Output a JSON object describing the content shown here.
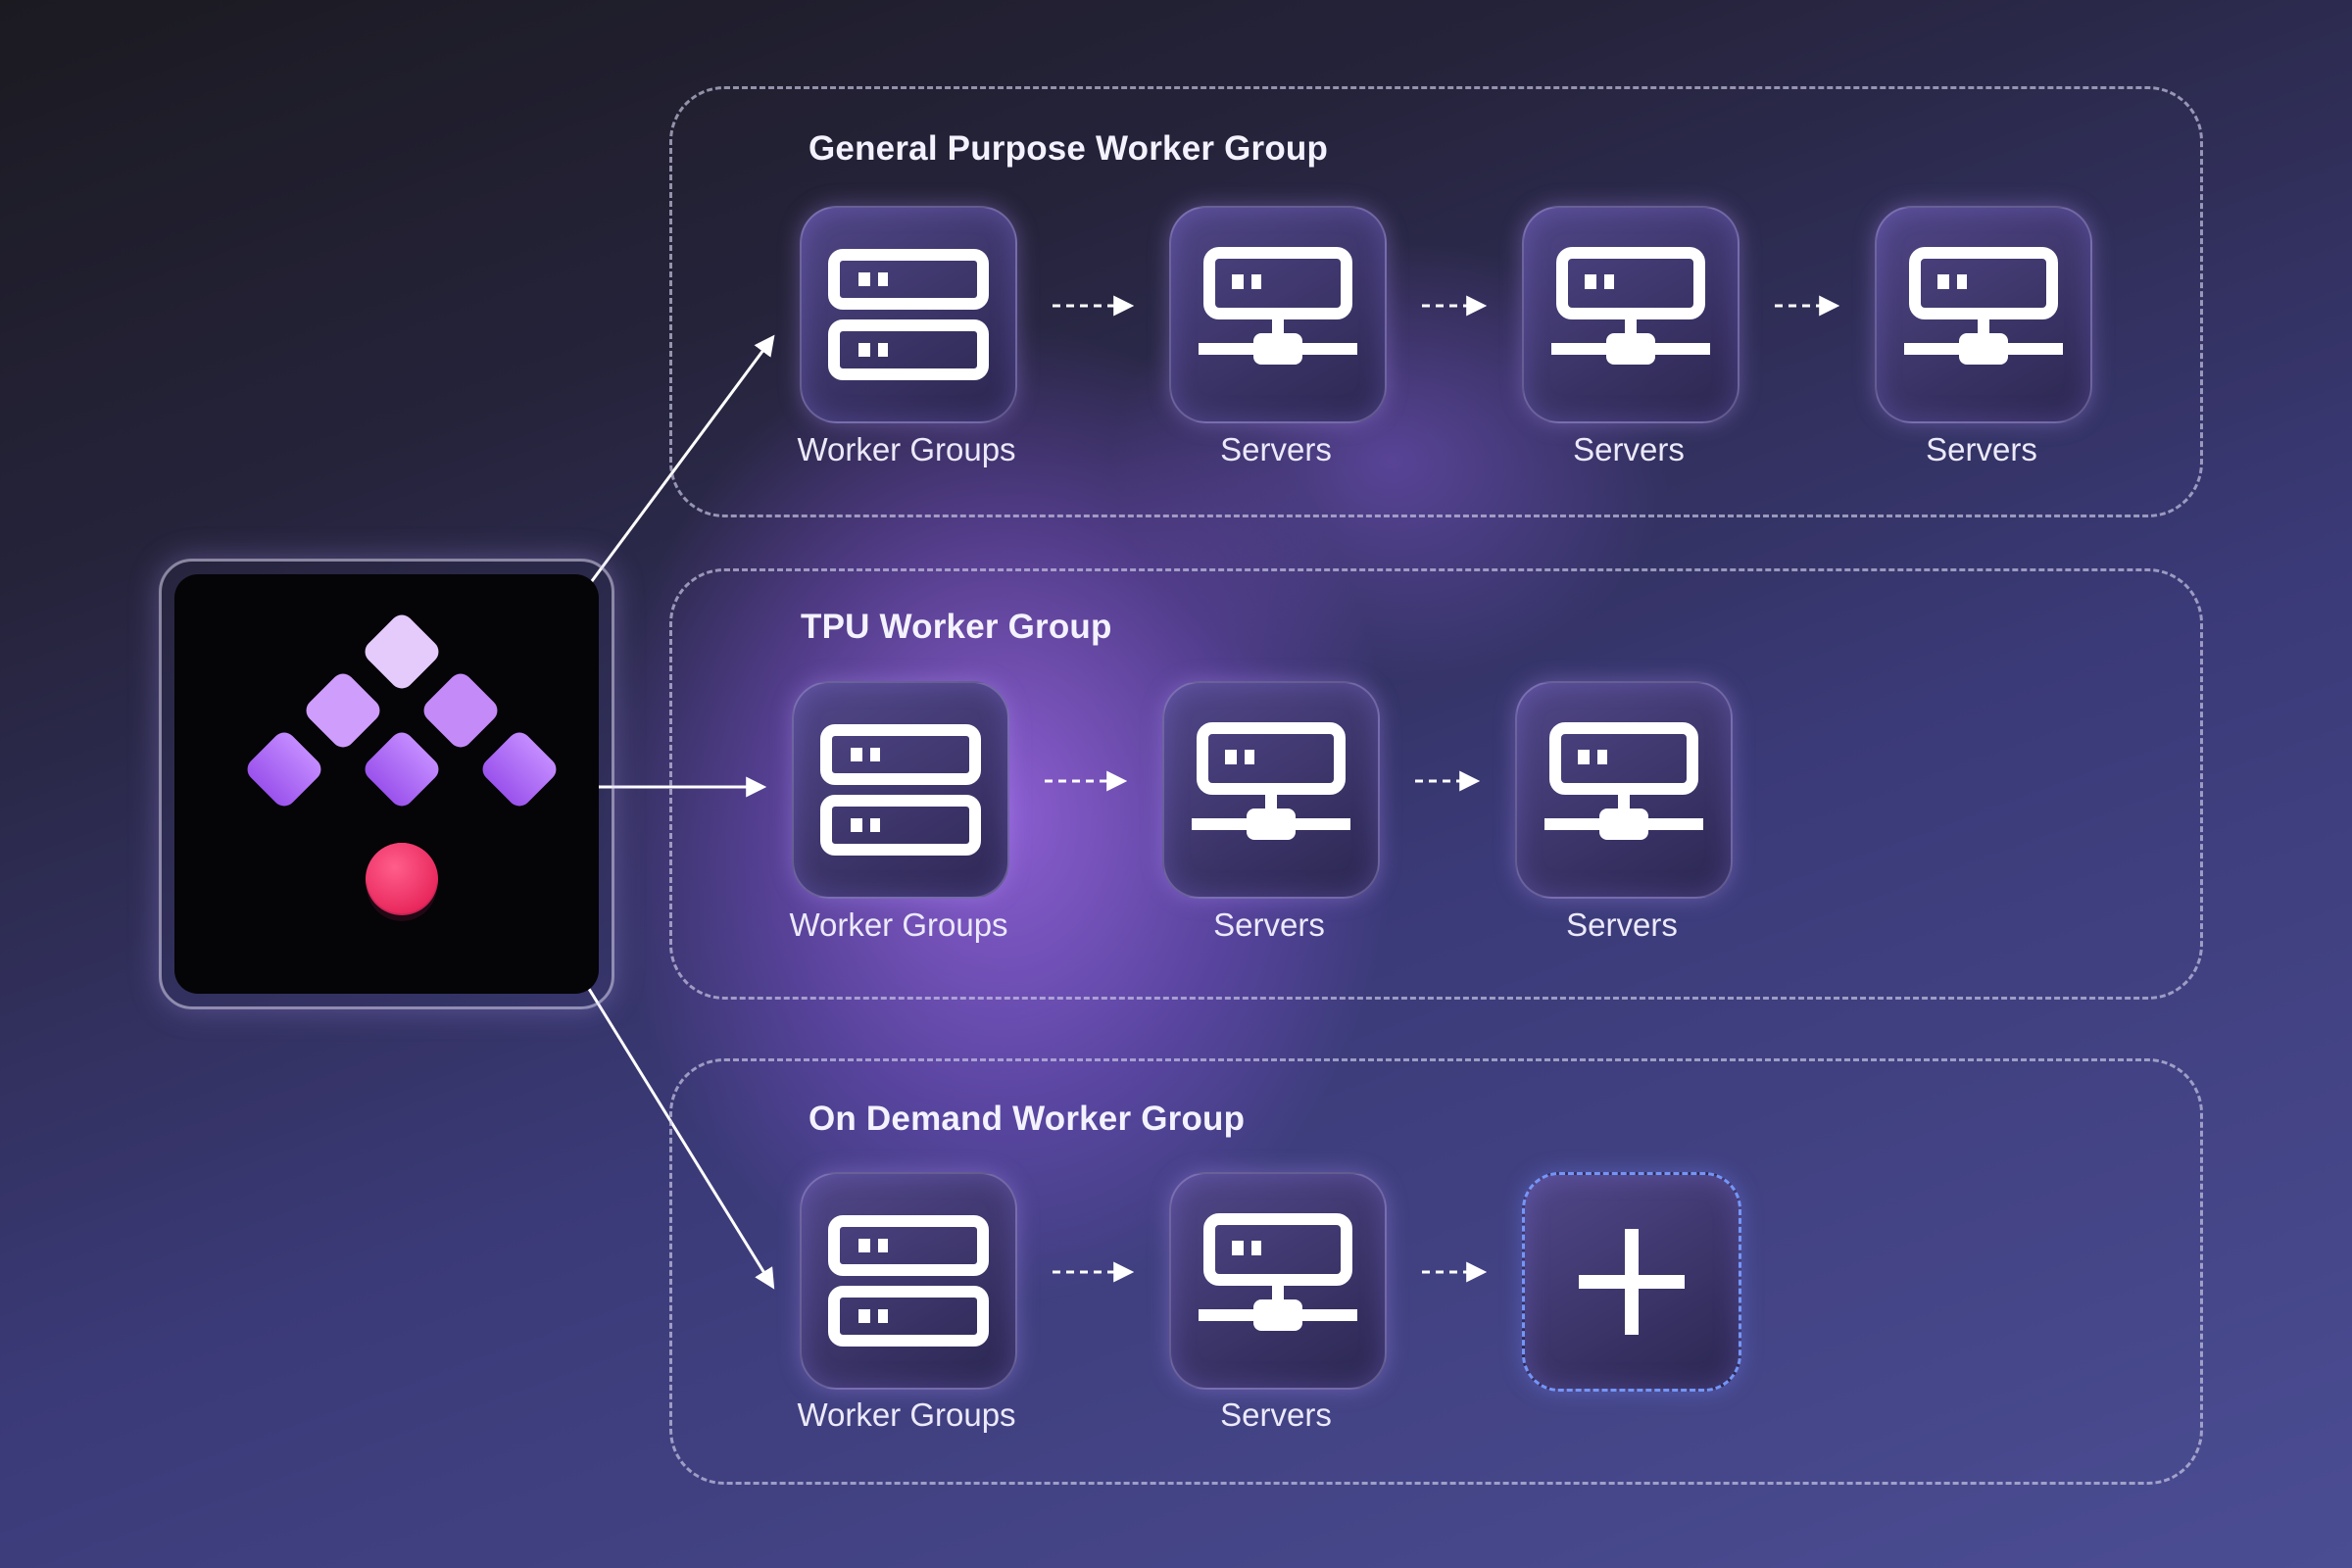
{
  "groups": [
    {
      "title": "General Purpose Worker Group",
      "nodes": [
        {
          "type": "worker-groups",
          "label": "Worker Groups",
          "icon": "server-rack-icon"
        },
        {
          "type": "server",
          "label": "Servers",
          "icon": "network-server-icon"
        },
        {
          "type": "server",
          "label": "Servers",
          "icon": "network-server-icon"
        },
        {
          "type": "server",
          "label": "Servers",
          "icon": "network-server-icon"
        }
      ]
    },
    {
      "title": "TPU Worker Group",
      "nodes": [
        {
          "type": "worker-groups",
          "label": "Worker Groups",
          "icon": "server-rack-icon"
        },
        {
          "type": "server",
          "label": "Servers",
          "icon": "network-server-icon"
        },
        {
          "type": "server",
          "label": "Servers",
          "icon": "network-server-icon"
        }
      ]
    },
    {
      "title": "On Demand Worker Group",
      "nodes": [
        {
          "type": "worker-groups",
          "label": "Worker Groups",
          "icon": "server-rack-icon"
        },
        {
          "type": "server",
          "label": "Servers",
          "icon": "network-server-icon"
        },
        {
          "type": "add",
          "label": "",
          "icon": "plus-icon"
        }
      ]
    }
  ],
  "hub": {
    "icon": "kuberay-logo-icon"
  },
  "colors": {
    "logo_diamond": "#a866f2",
    "logo_diamond_light": "#e6cdfb",
    "logo_dot": "#f43268",
    "add_border": "#7a9bff"
  }
}
